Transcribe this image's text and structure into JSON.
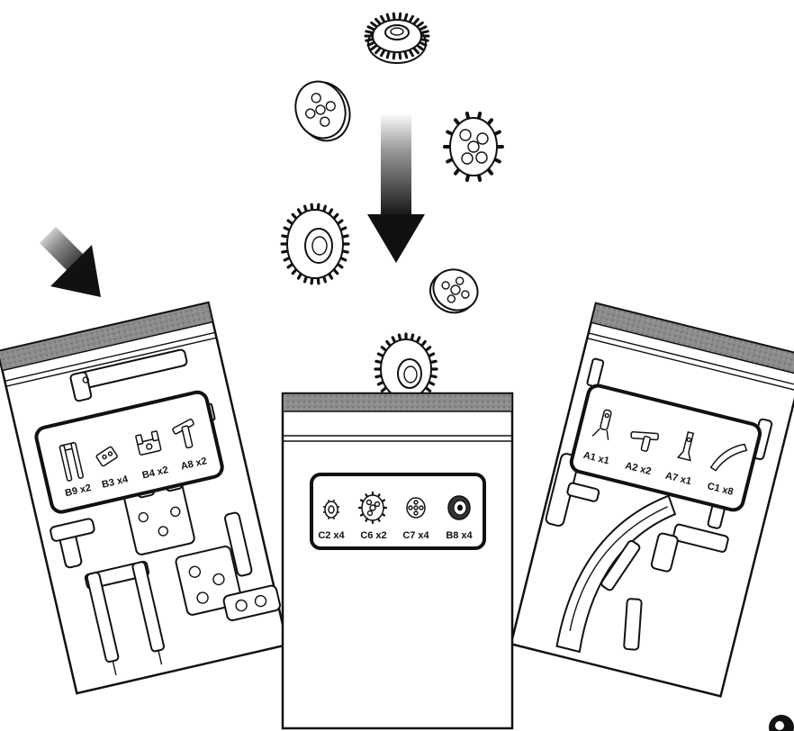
{
  "bags": {
    "left": {
      "parts": [
        {
          "code": "B9 x2"
        },
        {
          "code": "B3 x4"
        },
        {
          "code": "B4 x2"
        },
        {
          "code": "A8 x2"
        }
      ]
    },
    "center": {
      "parts": [
        {
          "code": "C2 x4"
        },
        {
          "code": "C6 x2"
        },
        {
          "code": "C7 x4"
        },
        {
          "code": "B8 x4"
        }
      ]
    },
    "right": {
      "parts": [
        {
          "code": "A1 x1"
        },
        {
          "code": "A2 x2"
        },
        {
          "code": "A7 x1"
        },
        {
          "code": "C1 x8"
        }
      ]
    }
  },
  "colors": {
    "ink": "#111111",
    "zip_strip": "#8a8a8a",
    "paper": "#ffffff"
  }
}
